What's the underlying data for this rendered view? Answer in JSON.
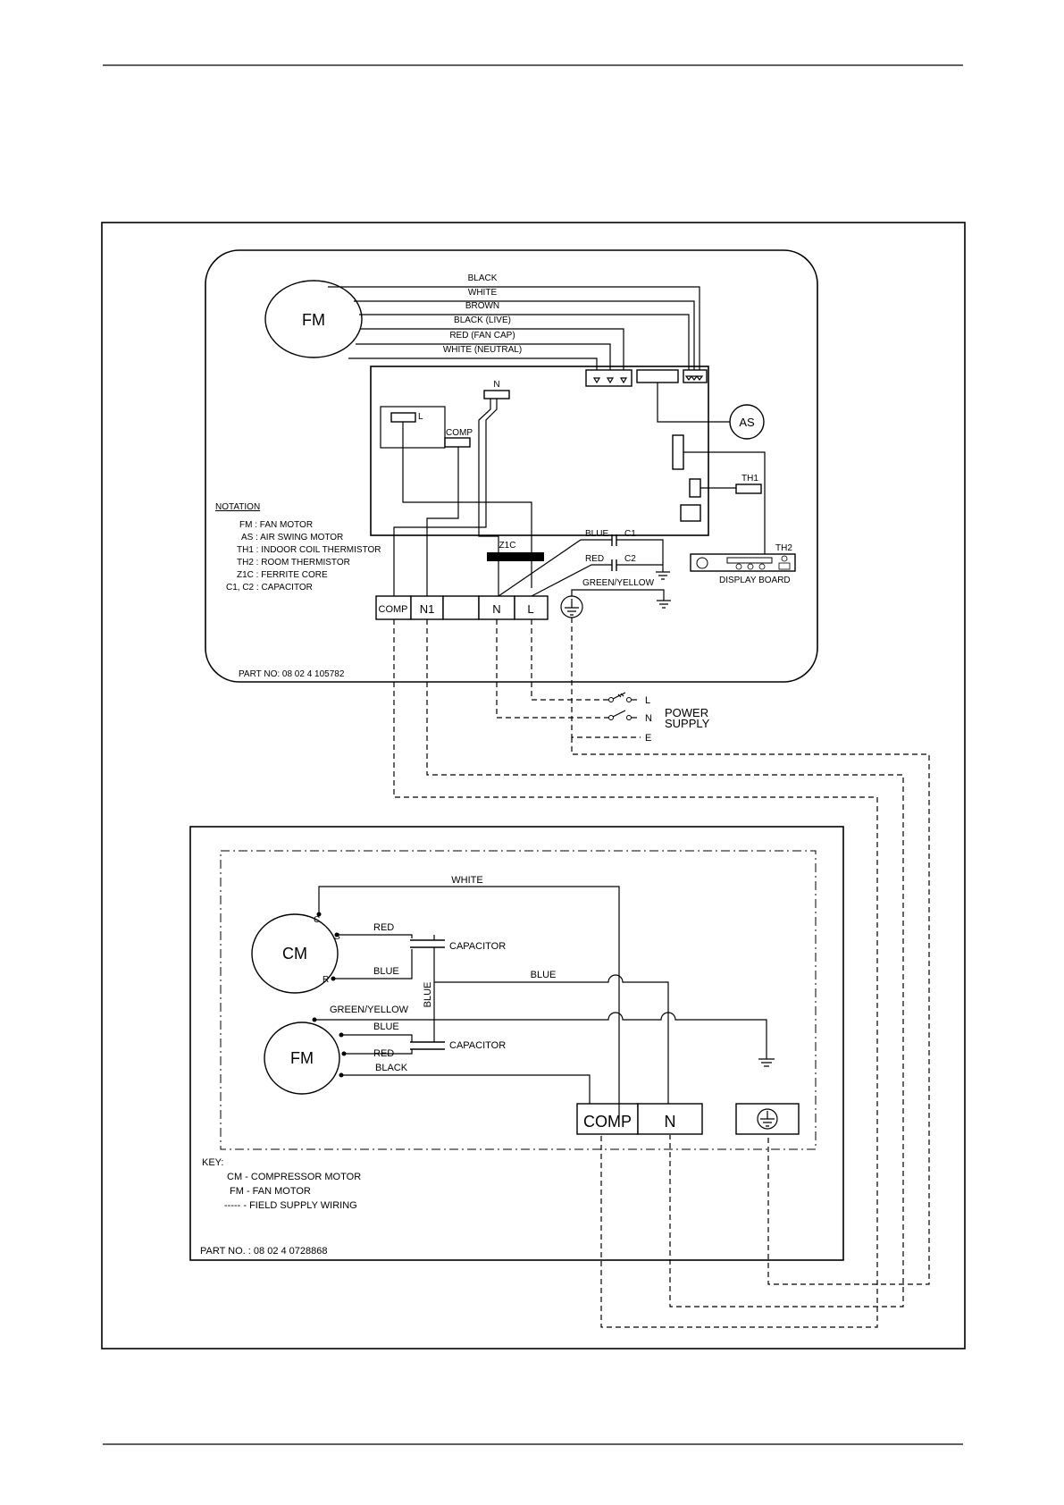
{
  "indoor_unit": {
    "motor_label": "FM",
    "wires": {
      "black": "BLACK",
      "white": "WHITE",
      "brown": "BROWN",
      "black_live": "BLACK (LIVE)",
      "red_fan_cap": "RED (FAN CAP)",
      "white_neutral": "WHITE (NEUTRAL)",
      "blue": "BLUE",
      "red": "RED",
      "green_yellow": "GREEN/YELLOW"
    },
    "board": {
      "n_label": "N",
      "l_label": "L",
      "comp_label": "COMP"
    },
    "components": {
      "air_swing": "AS",
      "th1": "TH1",
      "th2": "TH2",
      "z1c": "Z1C",
      "c1": "C1",
      "c2": "C2",
      "display_board": "DISPLAY BOARD"
    },
    "notation_title": "NOTATION",
    "notation": [
      "FM : FAN MOTOR",
      "AS : AIR SWING MOTOR",
      "TH1 : INDOOR COIL THERMISTOR",
      "TH2 : ROOM THERMISTOR",
      "Z1C : FERRITE CORE",
      "C1, C2 : CAPACITOR"
    ],
    "terminals": [
      "COMP",
      "N1",
      "",
      "N",
      "L"
    ],
    "part_no": "PART NO: 08 02 4 105782"
  },
  "power_supply": {
    "label_line1": "POWER",
    "label_line2": "SUPPLY",
    "l": "L",
    "n": "N",
    "e": "E"
  },
  "outdoor_unit": {
    "compressor_label": "CM",
    "fan_label": "FM",
    "c_label": "C",
    "s_label": "S",
    "r_label": "R",
    "wires": {
      "white": "WHITE",
      "red_cm": "RED",
      "blue_cm": "BLUE",
      "blue_main": "BLUE",
      "blue_vertical": "BLUE",
      "green_yellow": "GREEN/YELLOW",
      "blue_fm": "BLUE",
      "red_fm": "RED",
      "black": "BLACK"
    },
    "capacitor_1": "CAPACITOR",
    "capacitor_2": "CAPACITOR",
    "terminal_comp": "COMP",
    "terminal_n": "N",
    "key_title": "KEY:",
    "key": [
      "CM - COMPRESSOR MOTOR",
      "FM - FAN MOTOR",
      "----- - FIELD SUPPLY WIRING"
    ],
    "part_no": "PART NO. : 08 02 4 0728868"
  }
}
